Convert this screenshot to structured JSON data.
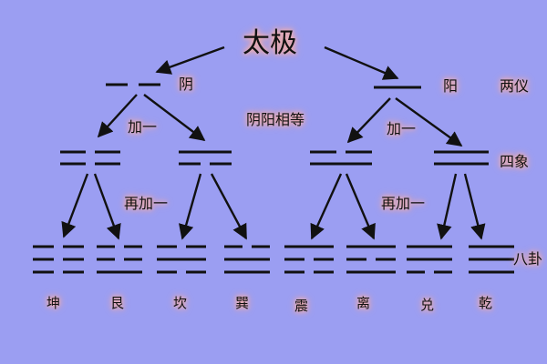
{
  "diagram": {
    "root": "太极",
    "yin": "阴",
    "yang": "阳",
    "liangyi": "两仪",
    "yin_yang_equal": "阴阳相等",
    "add_one_left": "加一",
    "add_one_right": "加一",
    "sixiang": "四象",
    "add_again_left": "再加一",
    "add_again_right": "再加一",
    "bagua": "八卦",
    "trigrams": [
      {
        "name": "坤",
        "lines": [
          "yin",
          "yin",
          "yin"
        ]
      },
      {
        "name": "艮",
        "lines": [
          "yang",
          "yin",
          "yin"
        ]
      },
      {
        "name": "坎",
        "lines": [
          "yin",
          "yang",
          "yin"
        ]
      },
      {
        "name": "巽",
        "lines": [
          "yang",
          "yang",
          "yin"
        ]
      },
      {
        "name": "震",
        "lines": [
          "yin",
          "yin",
          "yang"
        ]
      },
      {
        "name": "离",
        "lines": [
          "yang",
          "yin",
          "yang"
        ]
      },
      {
        "name": "兑",
        "lines": [
          "yin",
          "yang",
          "yang"
        ]
      },
      {
        "name": "乾",
        "lines": [
          "yang",
          "yang",
          "yang"
        ]
      }
    ],
    "colors": {
      "background": "#9b9ef2",
      "ink": "#111111",
      "glow": "#f7b0a8"
    }
  }
}
